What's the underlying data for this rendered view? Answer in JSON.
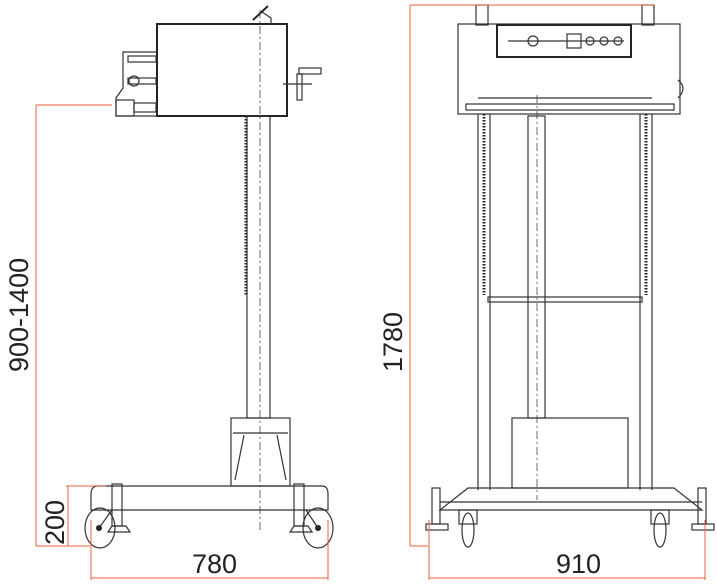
{
  "title": "Machine stand dimension drawing",
  "views": {
    "side": {
      "height_range_label": "900-1400",
      "base_height_label": "200",
      "depth_label": "780"
    },
    "front": {
      "overall_height_label": "1780",
      "width_label": "910"
    }
  },
  "colors": {
    "dimension_line": "#e8623a",
    "drawing_line": "#333333"
  }
}
